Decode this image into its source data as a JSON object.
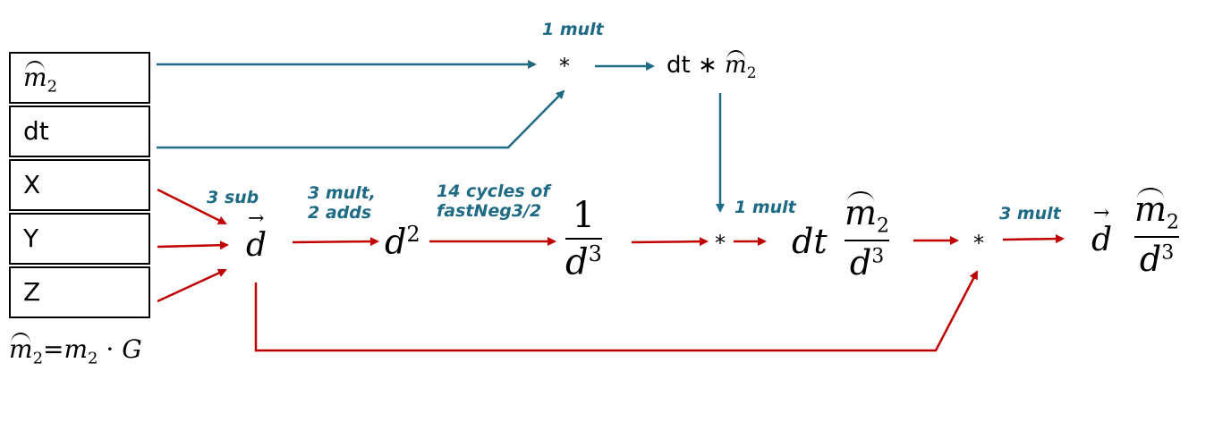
{
  "inputs": {
    "m2_hat": "m",
    "m2_sub": "2",
    "dt": "dt",
    "x": "X",
    "y": "Y",
    "z": "Z"
  },
  "definition": {
    "lhs_base": "m",
    "lhs_sub": "2",
    "eq": "=",
    "rhs_base": "m",
    "rhs_sub": "2",
    "dot": "·",
    "g": "G"
  },
  "annotations": {
    "mult_top": "1 mult",
    "sub": "3 sub",
    "mult_adds_1": "3 mult,",
    "mult_adds_2": "2 adds",
    "cycles_1": "14 cycles of",
    "cycles_2": "fastNeg3/2",
    "mult_mid": "1 mult",
    "mult_right": "3 mult"
  },
  "nodes": {
    "op_star": "*",
    "dt_text": "dt",
    "times": "∗",
    "m": "m",
    "sub2": "2",
    "d": "d",
    "d_sq": "d",
    "sup2": "2",
    "one": "1",
    "d_cube": "d",
    "sup3": "3",
    "dt_italic": "dt"
  },
  "colors": {
    "blue": "#1f6a85",
    "red": "#c00000",
    "black": "#000000"
  }
}
